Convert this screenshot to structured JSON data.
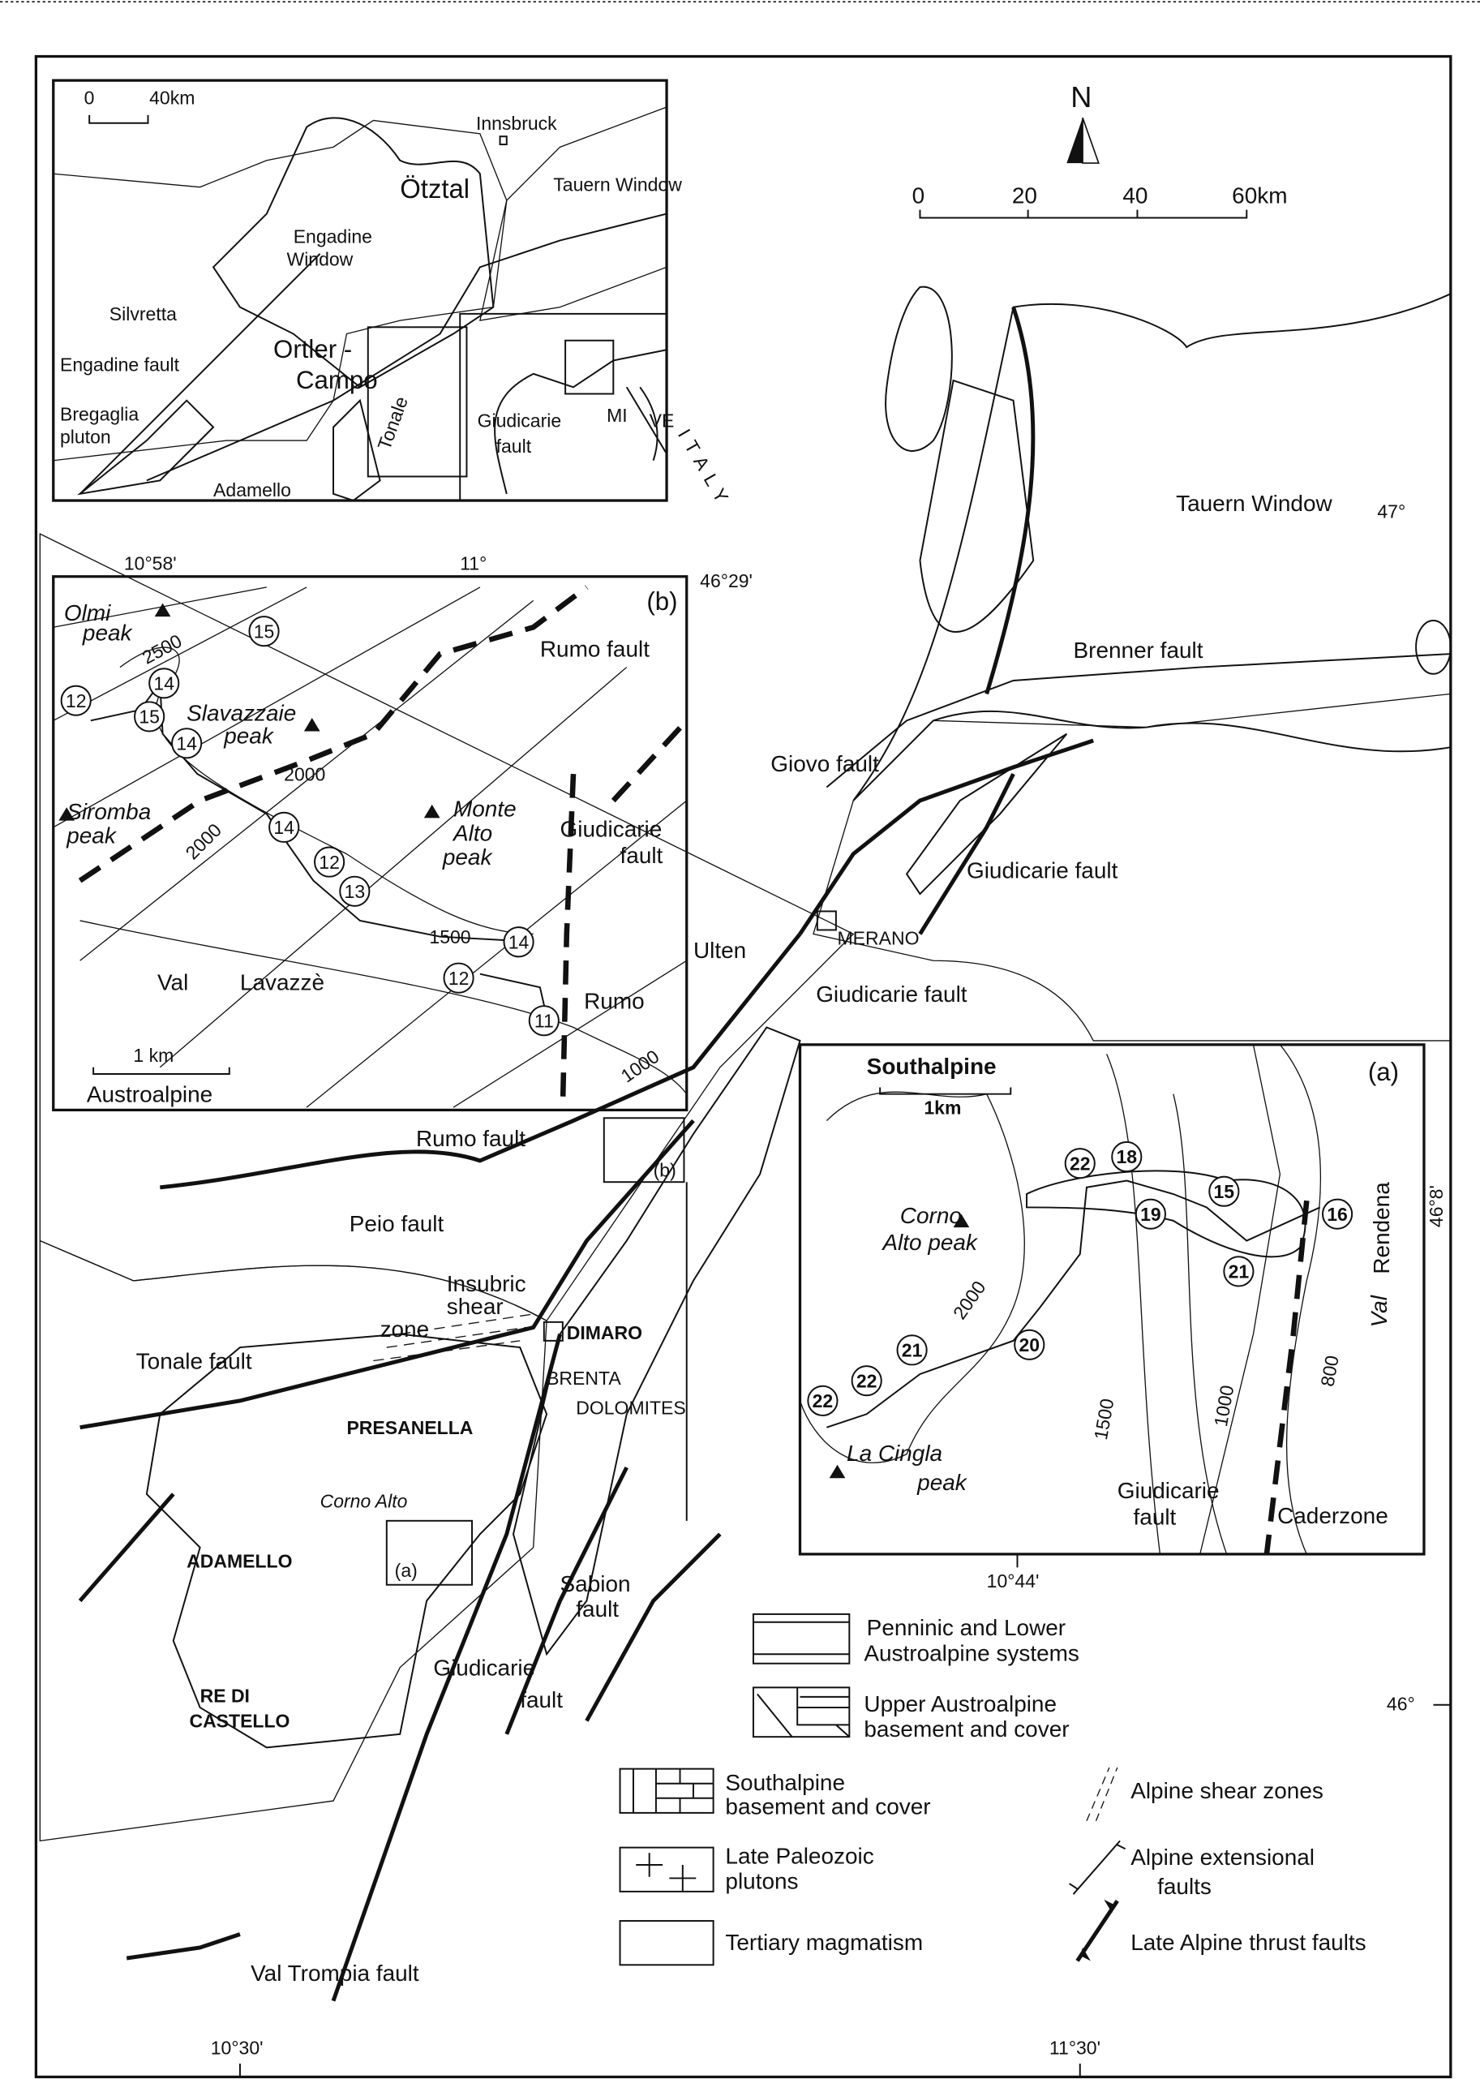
{
  "overview_inset": {
    "scale_zero": "0",
    "scale_end": "40km",
    "labels": [
      "Innsbruck",
      "Ötztal",
      "Tauern Window",
      "Engadine",
      "Window",
      "Silvretta",
      "Ortler -",
      "Campo",
      "Engadine fault",
      "Bregaglia",
      "pluton",
      "Tonale",
      "Giudicarie",
      "fault",
      "Adamello",
      "MI",
      "VE",
      "ITALY"
    ]
  },
  "north_arrow": "N",
  "main_scale": [
    "0",
    "20",
    "40",
    "60km"
  ],
  "inset_b": {
    "tag": "(b)",
    "coords": [
      "10°58'",
      "11°",
      "46°29'"
    ],
    "labels": [
      "Olmi",
      "peak",
      "Slavazzaie",
      "peak",
      "Siromba",
      "peak",
      "Monte",
      "Alto",
      "peak",
      "Rumo fault",
      "Giudicarie",
      "fault",
      "Val",
      "Lavazzè",
      "Rumo",
      "1 km",
      "Austroalpine"
    ],
    "contours": [
      "2500",
      "2000",
      "2000",
      "1500",
      "1000"
    ],
    "samples": [
      "15",
      "12",
      "14",
      "15",
      "14",
      "14",
      "12",
      "13",
      "14",
      "12",
      "11"
    ]
  },
  "inset_a": {
    "tag": "(a)",
    "labels": [
      "Southalpine",
      "1km",
      "Corno",
      "Alto peak",
      "La Cingla",
      "peak",
      "Giudicarie",
      "fault",
      "Caderzone",
      "Val",
      "Rendena"
    ],
    "contours": [
      "2000",
      "1500",
      "1000",
      "800"
    ],
    "samples": [
      "22",
      "18",
      "15",
      "19",
      "16",
      "21",
      "21",
      "20",
      "22",
      "22"
    ],
    "coords": [
      "10°44'",
      "46°8'"
    ]
  },
  "main_map": {
    "labels": [
      "Tauern Window",
      "Brenner fault",
      "Giovo fault",
      "Giudicarie fault",
      "MERANO",
      "Ulten",
      "Giudicarie fault",
      "Rumo fault",
      "(b)",
      "Peio fault",
      "Insubric",
      "shear",
      "zone",
      "DIMARO",
      "Tonale fault",
      "BRENTA",
      "DOLOMITES",
      "PRESANELLA",
      "Corno Alto",
      "ADAMELLO",
      "(a)",
      "Sabion",
      "fault",
      "Giudicarie",
      "fault",
      "RE DI",
      "CASTELLO",
      "Val Trompia fault"
    ],
    "coords": [
      "47°",
      "46°",
      "10°30'",
      "11°30'"
    ]
  },
  "legend": {
    "items": [
      {
        "label1": "Penninic and Lower",
        "label2": "Austroalpine systems"
      },
      {
        "label1": "Upper Austroalpine",
        "label2": "basement and cover"
      },
      {
        "label1": "Southalpine",
        "label2": "basement and cover"
      },
      {
        "label1": "Late Paleozoic",
        "label2": "plutons"
      },
      {
        "label1": "Tertiary magmatism",
        "label2": ""
      },
      {
        "label1": "Alpine shear zones",
        "label2": ""
      },
      {
        "label1": "Alpine extensional",
        "label2": "faults"
      },
      {
        "label1": "Late Alpine thrust faults",
        "label2": ""
      }
    ]
  },
  "colors": {
    "ink": "#111111",
    "tertiary_fill": "#cfcfcf",
    "paper": "#ffffff"
  }
}
